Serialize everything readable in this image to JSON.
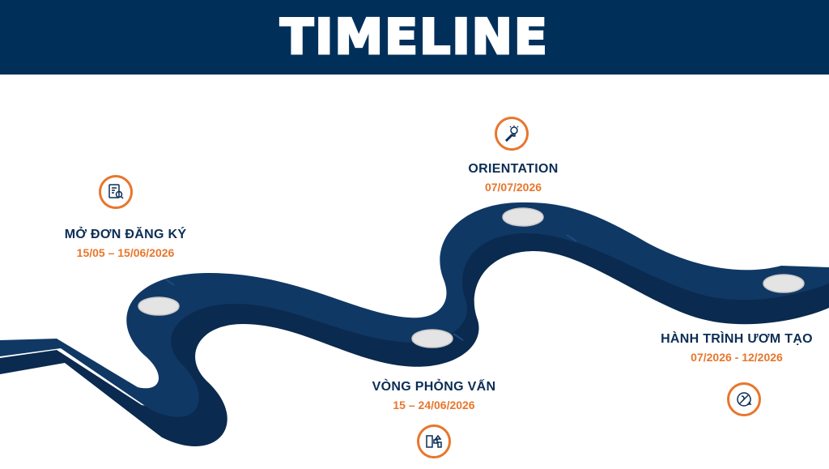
{
  "header": {
    "title": "TIMELINE"
  },
  "milestones": [
    {
      "title": "MỞ ĐƠN ĐĂNG KÝ",
      "date": "15/05 – 15/06/2026",
      "icon": "document-search-icon"
    },
    {
      "title": "VÒNG PHỎNG VẤN",
      "date": "15 – 24/06/2026",
      "icon": "presentation-board-icon"
    },
    {
      "title": "ORIENTATION",
      "date": "07/07/2026",
      "icon": "lightbulb-idea-icon"
    },
    {
      "title": "HÀNH TRÌNH ƯƠM TẠO",
      "date": "07/2026 - 12/2026",
      "icon": "growth-cycle-icon"
    }
  ],
  "colors": {
    "navy": "#00305a",
    "road": "#103865",
    "road_side": "#0a2a4f",
    "accent": "#e8762d",
    "marker": "#e4e4e4"
  }
}
